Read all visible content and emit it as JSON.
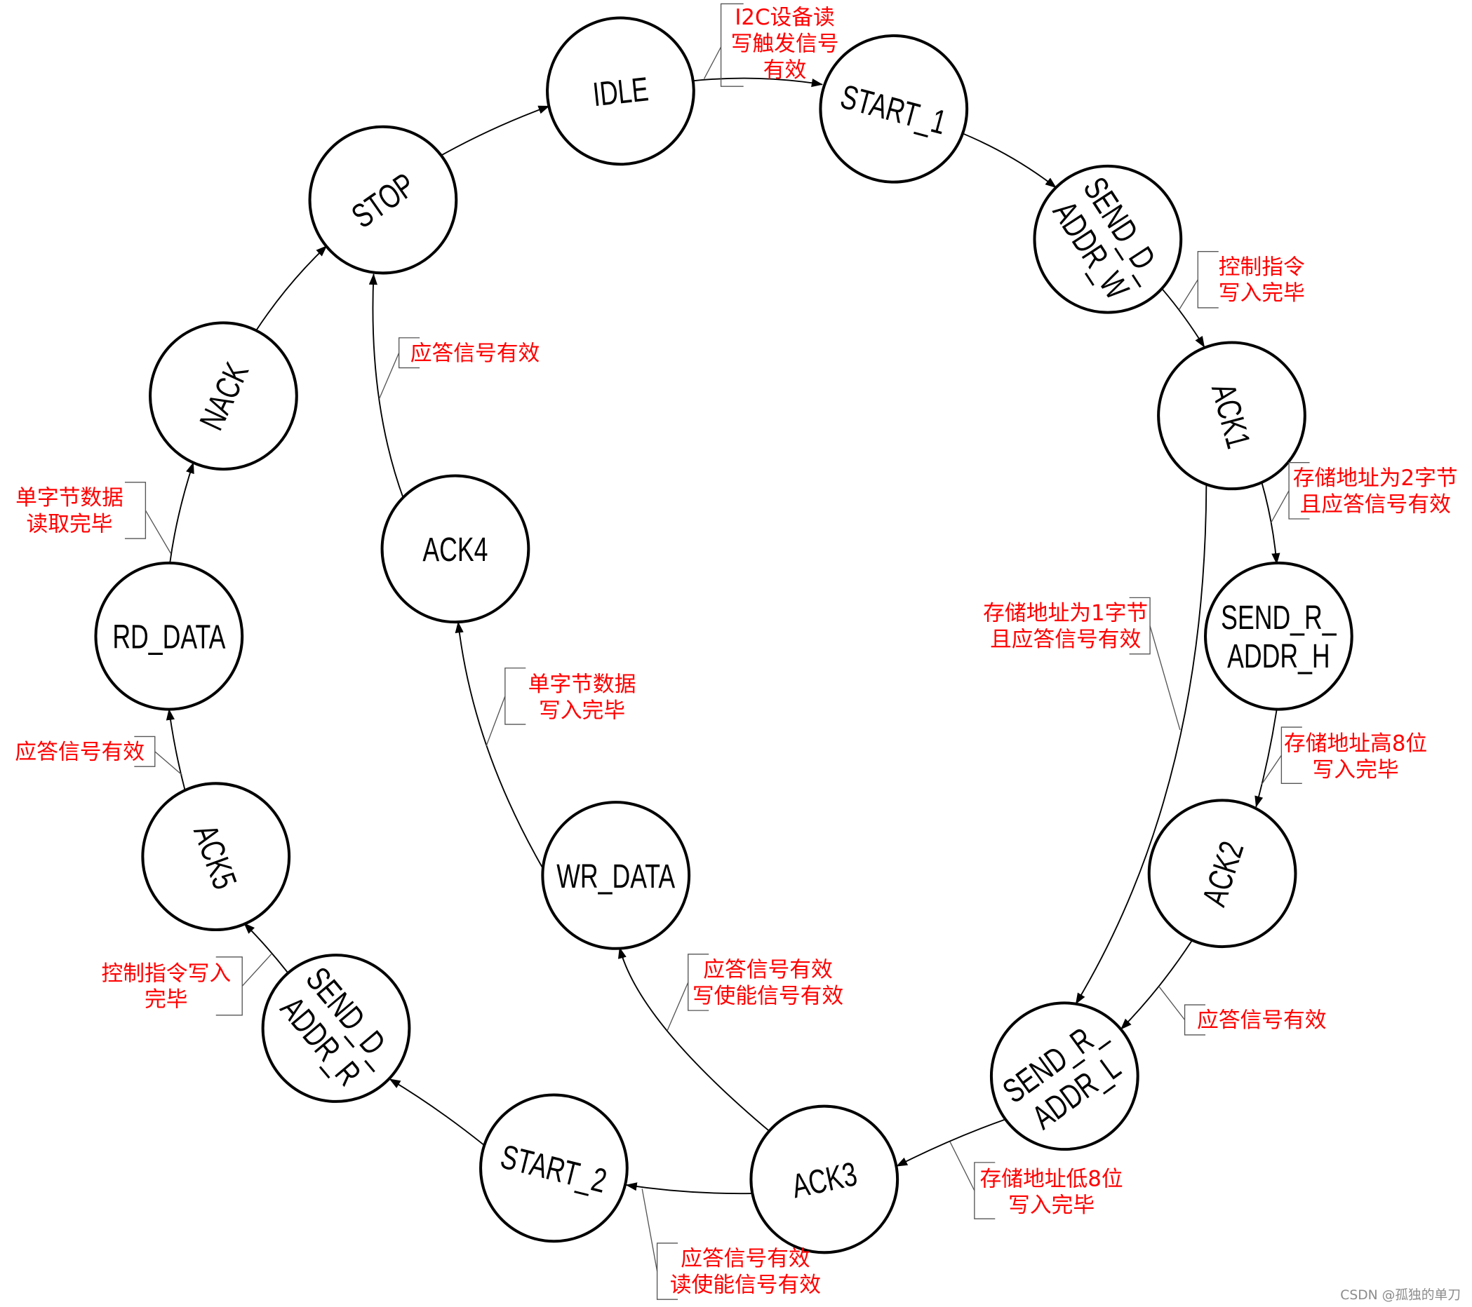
{
  "diagram": {
    "nodes": [
      {
        "lines": [
          "IDLE"
        ]
      },
      {
        "lines": [
          "START_1"
        ]
      },
      {
        "lines": [
          "SEND_D_",
          "ADDR_W"
        ]
      },
      {
        "lines": [
          "ACK1"
        ]
      },
      {
        "lines": [
          "SEND_R_",
          "ADDR_H"
        ]
      },
      {
        "lines": [
          "ACK2"
        ]
      },
      {
        "lines": [
          "SEND_R_",
          "ADDR_L"
        ]
      },
      {
        "lines": [
          "ACK3"
        ]
      },
      {
        "lines": [
          "START_2"
        ]
      },
      {
        "lines": [
          "SEND_D_",
          "ADDR_R"
        ]
      },
      {
        "lines": [
          "ACK5"
        ]
      },
      {
        "lines": [
          "RD_DATA"
        ]
      },
      {
        "lines": [
          "NACK"
        ]
      },
      {
        "lines": [
          "STOP"
        ]
      },
      {
        "lines": [
          "ACK4"
        ]
      },
      {
        "lines": [
          "WR_DATA"
        ]
      }
    ],
    "edges": [
      {
        "from": 0,
        "to": 1,
        "label": [
          "I2C设备读",
          "写触发信号",
          "有效"
        ]
      },
      {
        "from": 1,
        "to": 2,
        "label": []
      },
      {
        "from": 2,
        "to": 3,
        "label": [
          "控制指令",
          "写入完毕"
        ]
      },
      {
        "from": 3,
        "to": 4,
        "label": [
          "存储地址为2字节",
          "且应答信号有效"
        ]
      },
      {
        "from": 3,
        "to": 6,
        "label": [
          "存储地址为1字节",
          "且应答信号有效"
        ]
      },
      {
        "from": 4,
        "to": 5,
        "label": [
          "存储地址高8位",
          "写入完毕"
        ]
      },
      {
        "from": 5,
        "to": 6,
        "label": [
          "应答信号有效"
        ]
      },
      {
        "from": 6,
        "to": 7,
        "label": [
          "存储地址低8位",
          "写入完毕"
        ]
      },
      {
        "from": 7,
        "to": 8,
        "label": [
          "应答信号有效",
          "读使能信号有效"
        ]
      },
      {
        "from": 7,
        "to": 15,
        "label": [
          "应答信号有效",
          "写使能信号有效"
        ]
      },
      {
        "from": 8,
        "to": 9,
        "label": []
      },
      {
        "from": 9,
        "to": 10,
        "label": [
          "控制指令写入",
          "完毕"
        ]
      },
      {
        "from": 10,
        "to": 11,
        "label": [
          "应答信号有效"
        ]
      },
      {
        "from": 11,
        "to": 12,
        "label": [
          "单字节数据",
          "读取完毕"
        ]
      },
      {
        "from": 12,
        "to": 13,
        "label": []
      },
      {
        "from": 13,
        "to": 0,
        "label": []
      },
      {
        "from": 15,
        "to": 14,
        "label": [
          "单字节数据",
          "写入完毕"
        ]
      },
      {
        "from": 14,
        "to": 13,
        "label": [
          "应答信号有效"
        ]
      }
    ]
  },
  "watermark": "CSDN @孤独的单刀",
  "colors": {
    "background": "#ffffff",
    "node_stroke": "#000000",
    "edge": "#000000",
    "label_text": "#ff0000",
    "bracket": "#555555",
    "watermark": "#8c8c8c"
  }
}
